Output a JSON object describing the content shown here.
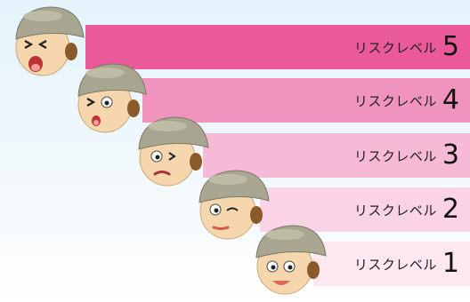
{
  "levels": [
    {
      "text": "リスクレベル",
      "num": "5",
      "color": "#ea5a9b",
      "expression": "scared-squint"
    },
    {
      "text": "リスクレベル",
      "num": "4",
      "color": "#f193bf",
      "expression": "worried"
    },
    {
      "text": "リスクレベル",
      "num": "3",
      "color": "#f6b9d6",
      "expression": "uneasy"
    },
    {
      "text": "リスクレベル",
      "num": "2",
      "color": "#fad4e6",
      "expression": "wink"
    },
    {
      "text": "リスクレベル",
      "num": "1",
      "color": "#fde7f1",
      "expression": "smile"
    }
  ]
}
